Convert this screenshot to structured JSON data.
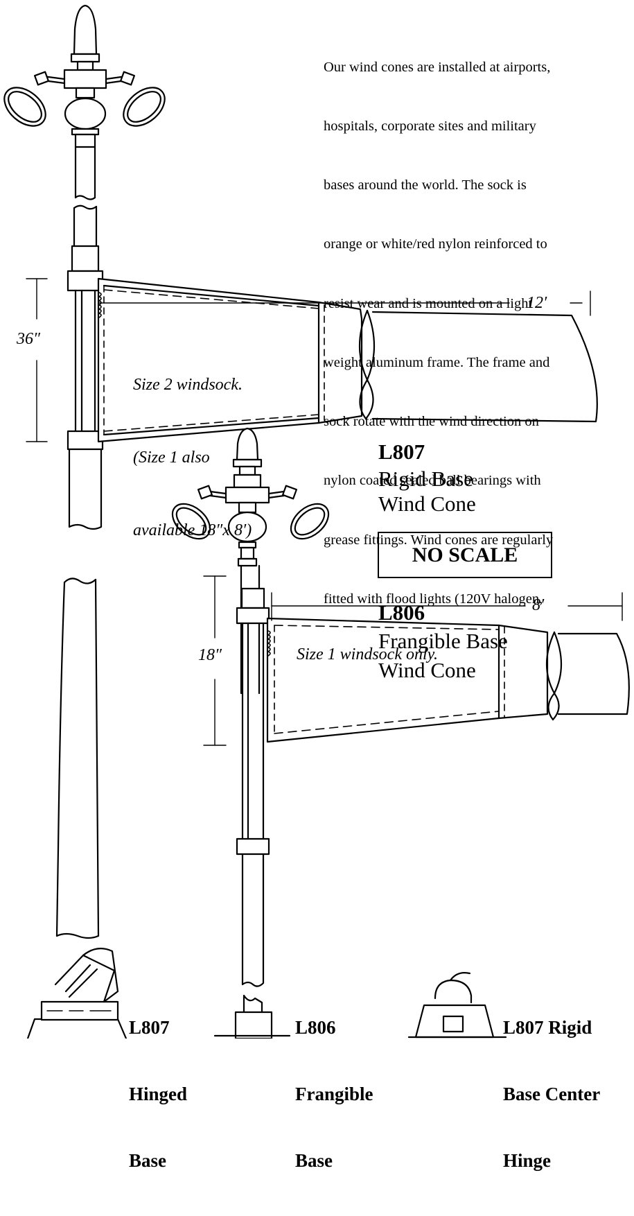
{
  "description": {
    "lines": [
      "Our wind cones are installed at airports,",
      "hospitals, corporate sites and military",
      "bases around the world. The sock is",
      "orange or white/red nylon reinforced to",
      "resist wear and is mounted on a light",
      "weight aluminum frame. The frame and",
      "sock rotate with the wind direction on",
      "nylon coated sealed ball bearings with",
      "grease fittings. Wind cones are regularly",
      "fitted with flood lights (120V halogen,"
    ]
  },
  "l807": {
    "sock_length": "12′",
    "sock_height": "36″",
    "sock_note_lines": [
      "Size 2 windsock.",
      "(Size 1 also",
      "available 18″x 8′)"
    ],
    "model": "L807",
    "name_lines": [
      "Rigid Base",
      "Wind Cone"
    ]
  },
  "no_scale": "NO SCALE",
  "l806": {
    "model": "L806",
    "name_lines": [
      "Frangible Base",
      "Wind Cone"
    ],
    "sock_length": "8′",
    "sock_height": "18″",
    "sock_note": "Size 1 windsock only."
  },
  "bases": [
    {
      "lines": [
        "L807",
        "Hinged",
        "Base"
      ]
    },
    {
      "lines": [
        "L806",
        "Frangible",
        "Base"
      ]
    },
    {
      "lines": [
        "L807 Rigid",
        "Base Center",
        "Hinge"
      ]
    }
  ],
  "colors": {
    "ink": "#000000",
    "paper": "#ffffff"
  }
}
